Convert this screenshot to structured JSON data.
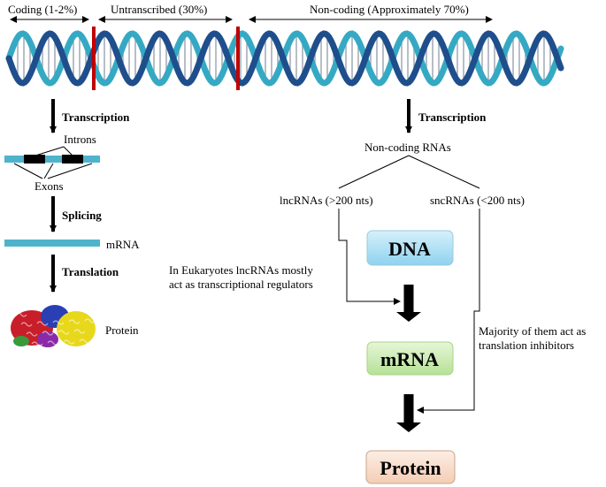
{
  "dna_regions": {
    "coding": "Coding (1-2%)",
    "untranscribed": "Untranscribed (30%)",
    "non_coding": "Non-coding (Approximately 70%)"
  },
  "left_pathway": {
    "transcription": "Transcription",
    "introns": "Introns",
    "exons": "Exons",
    "splicing": "Splicing",
    "mrna": "mRNA",
    "translation": "Translation",
    "protein": "Protein"
  },
  "right_pathway": {
    "transcription": "Transcription",
    "non_coding_rnas": "Non-coding RNAs",
    "lncrnas": "lncRNAs (>200 nts)",
    "sncrnas": "sncRNAs (<200 nts)",
    "lnc_note_line1": "In Eukaryotes lncRNAs mostly",
    "lnc_note_line2": "act as transcriptional regulators",
    "snc_note_line1": "Majority of them act as",
    "snc_note_line2": "translation inhibitors"
  },
  "boxes": {
    "dna": "DNA",
    "mrna": "mRNA",
    "protein": "Protein"
  },
  "colors": {
    "strand_dark": "#1f4e8c",
    "strand_light": "#35a9c4",
    "divider": "#c00000",
    "dna_box": "#a9def4",
    "mrna_box": "#c8eab0",
    "protein_box": "#f8dccb",
    "rna_bar": "#4fb3cc"
  }
}
